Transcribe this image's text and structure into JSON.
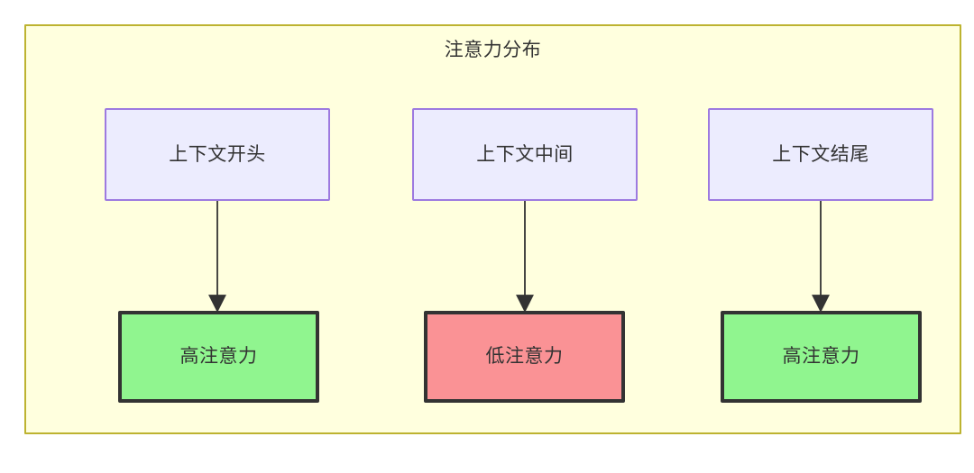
{
  "diagram": {
    "title": "注意力分布",
    "background_color": "#ffffde",
    "border_color": "#bdb330",
    "text_color": "#333333",
    "columns": [
      {
        "source": {
          "label": "上下文开头",
          "fill": "#ececfe",
          "stroke": "#9d7ae0"
        },
        "target": {
          "label": "高注意力",
          "fill": "#90f58f",
          "stroke": "#333333"
        }
      },
      {
        "source": {
          "label": "上下文中间",
          "fill": "#ececfe",
          "stroke": "#9d7ae0"
        },
        "target": {
          "label": "低注意力",
          "fill": "#fa9295",
          "stroke": "#333333"
        }
      },
      {
        "source": {
          "label": "上下文结尾",
          "fill": "#ececfe",
          "stroke": "#9d7ae0"
        },
        "target": {
          "label": "高注意力",
          "fill": "#90f58f",
          "stroke": "#333333"
        }
      }
    ],
    "edges": [
      {
        "from": "上下文开头",
        "to": "高注意力",
        "arrow": "arrow-down-icon"
      },
      {
        "from": "上下文中间",
        "to": "低注意力",
        "arrow": "arrow-down-icon"
      },
      {
        "from": "上下文结尾",
        "to": "高注意力",
        "arrow": "arrow-down-icon"
      }
    ]
  }
}
